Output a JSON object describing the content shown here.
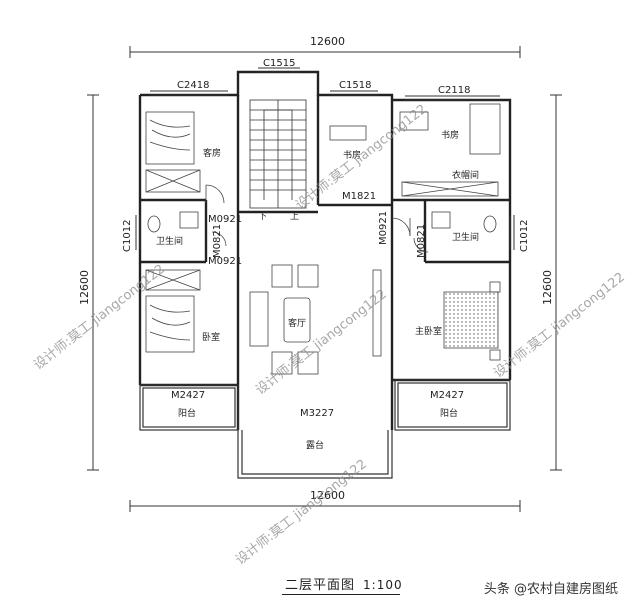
{
  "dimensions": {
    "top_total": "12600",
    "bottom_total": "12600",
    "left_total": "12600",
    "right_total": "12600"
  },
  "codes": {
    "window_stair": "C1515",
    "window_guest": "C2418",
    "window_study_left": "C1518",
    "window_study_right": "C2118",
    "window_bath_left": "C1012",
    "window_bath_right": "C1012",
    "door_guest": "M0921",
    "door_bath_left": "M0821",
    "door_bedroom_left": "M0921",
    "door_study": "M1821",
    "door_master": "M0921",
    "door_bath_right": "M0821",
    "door_balcony_left": "M2427",
    "door_balcony_right": "M2427",
    "door_terrace": "M3227"
  },
  "rooms": {
    "guest_room": "客房",
    "study_left": "书房",
    "study_right": "书房",
    "closet": "衣帽间",
    "bath_left": "卫生间",
    "bath_right": "卫生间",
    "bedroom": "卧室",
    "living_room": "客厅",
    "master_bedroom": "主卧室",
    "balcony_left": "阳台",
    "balcony_right": "阳台",
    "terrace": "露台"
  },
  "stairs": {
    "down": "下",
    "up": "上"
  },
  "watermark": "设计师:莫工 jiangcong122",
  "title": {
    "text": "二层平面图",
    "scale": "1:100"
  },
  "credit": "头条 @农村自建房图纸"
}
